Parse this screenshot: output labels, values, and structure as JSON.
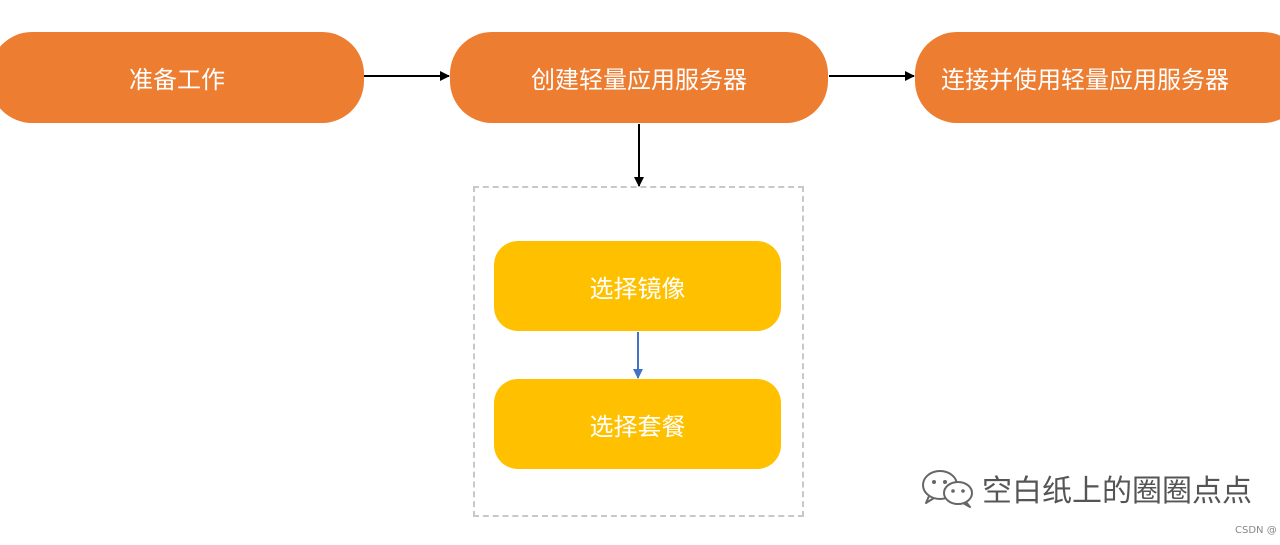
{
  "nodes": {
    "prepare": "准备工作",
    "create": "创建轻量应用服务器",
    "connect": "连接并使用轻量应用服务器",
    "select_image": "选择镜像",
    "select_plan": "选择套餐"
  },
  "watermark": {
    "icon": "wechat-icon",
    "text": "空白纸上的圈圈点点",
    "source_tag": "CSDN @"
  },
  "colors": {
    "primary_node": "#ED7D31",
    "sub_node": "#FFC000",
    "arrow_black": "#000000",
    "arrow_blue": "#4472C4",
    "group_border": "#c8c8c8"
  }
}
